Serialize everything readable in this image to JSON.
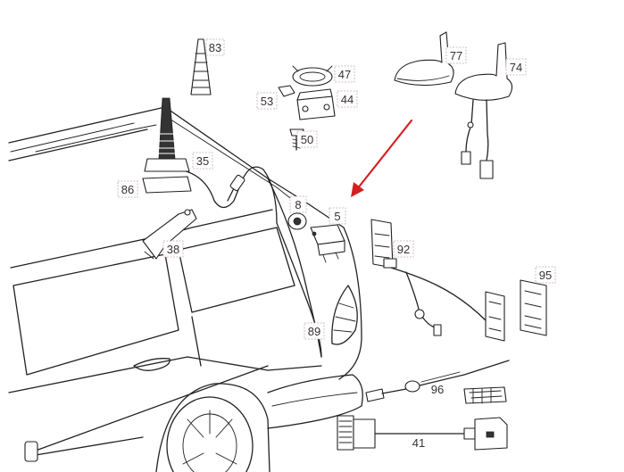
{
  "callouts": {
    "c83": "83",
    "c77": "77",
    "c74": "74",
    "c47": "47",
    "c53": "53",
    "c44": "44",
    "c50": "50",
    "c35": "35",
    "c86": "86",
    "c8": "8",
    "c5": "5",
    "c38": "38",
    "c92": "92",
    "c95": "95",
    "c89": "89",
    "c96": "96",
    "c41": "41"
  },
  "colors": {
    "pointer_arrow": "#d42020",
    "callout_border": "#c9a9a9",
    "line": "#222222"
  }
}
